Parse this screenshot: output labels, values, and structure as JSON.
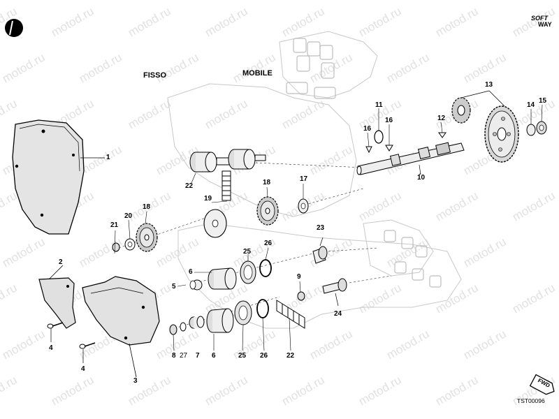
{
  "headers": {
    "fixed": "FISSO",
    "mobile": "MOBILE"
  },
  "brand": {
    "line1": "SOFT",
    "line2": "WAY"
  },
  "drawing_code": "TST00096",
  "fwd_badge": "FWD",
  "watermark": "motod.ru",
  "callouts": [
    "1",
    "2",
    "3",
    "4",
    "4",
    "5",
    "6",
    "6",
    "7",
    "8",
    "27",
    "9",
    "10",
    "11",
    "12",
    "13",
    "14",
    "15",
    "16",
    "16",
    "17",
    "18",
    "18",
    "19",
    "20",
    "21",
    "22",
    "22",
    "23",
    "24",
    "25",
    "25",
    "26",
    "26"
  ]
}
